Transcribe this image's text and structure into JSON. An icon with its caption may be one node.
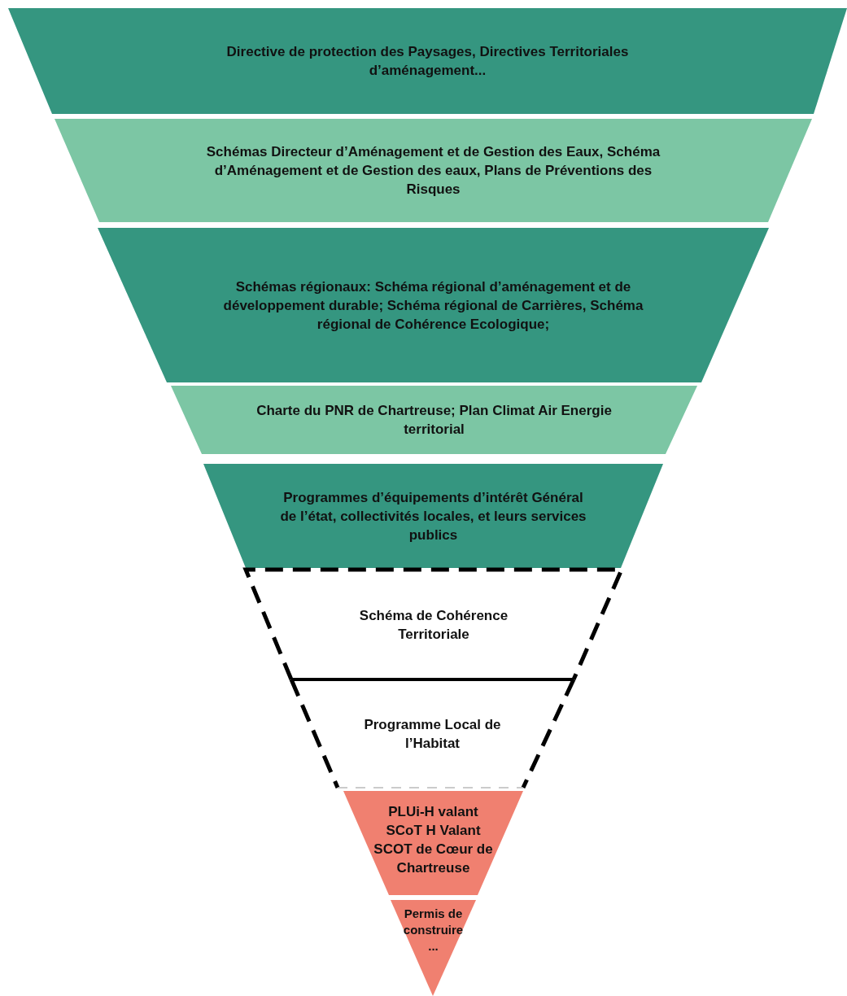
{
  "diagram": {
    "nodes": [
      {
        "text": [
          "Directive de protection des Paysages, Directives Territoriales d’aménagement..."
        ]
      },
      {
        "text": [
          "Schémas Directeur d’Aménagement et de Gestion des Eaux, Schéma d’Aménagement et de Gestion des eaux, Plans de Préventions des Risques"
        ]
      },
      {
        "text": [
          "Schémas régionaux: Schéma régional d’aménagement et de développement durable; Schéma régional de Carrières, Schéma régional de Cohérence Ecologique;"
        ]
      },
      {
        "text": [
          "Charte du PNR de Chartreuse; Plan Climat Air Energie territorial"
        ]
      },
      {
        "text": [
          "Programmes d’équipements d’intérêt Général de l’état, collectivités locales, et leurs services publics"
        ]
      },
      {
        "text": [
          "Schéma de Cohérence Territoriale"
        ]
      },
      {
        "text": [
          "Programme Local de l’Habitat"
        ]
      },
      {
        "text": [
          "PLUi-H valant SCoT H Valant SCOT de Cœur de Chartreuse"
        ]
      },
      {
        "text": [
          "Permis de construire ..."
        ]
      }
    ]
  }
}
